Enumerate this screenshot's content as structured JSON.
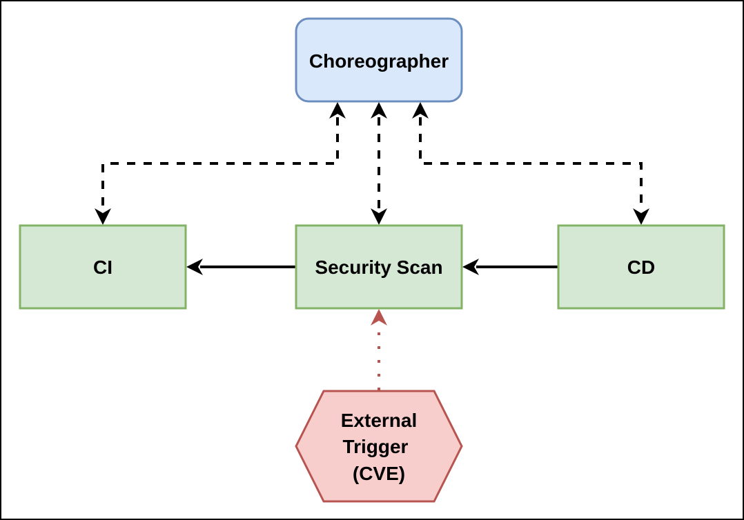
{
  "diagram": {
    "nodes": {
      "choreographer": {
        "label": "Choreographer",
        "fill": "#dae8fc",
        "stroke": "#6c8ebf"
      },
      "ci": {
        "label": "CI",
        "fill": "#d5e8d4",
        "stroke": "#82b366"
      },
      "security_scan": {
        "label": "Security Scan",
        "fill": "#d5e8d4",
        "stroke": "#82b366"
      },
      "cd": {
        "label": "CD",
        "fill": "#d5e8d4",
        "stroke": "#82b366"
      },
      "external_trigger": {
        "label_lines": [
          "External",
          "Trigger",
          "(CVE)"
        ],
        "fill": "#f8cecc",
        "stroke": "#b85450"
      }
    },
    "edges": [
      {
        "from": "choreographer",
        "to": "ci",
        "style": "dashed",
        "direction": "bidirectional"
      },
      {
        "from": "choreographer",
        "to": "security_scan",
        "style": "dashed",
        "direction": "bidirectional"
      },
      {
        "from": "choreographer",
        "to": "cd",
        "style": "dashed",
        "direction": "bidirectional"
      },
      {
        "from": "security_scan",
        "to": "ci",
        "style": "solid",
        "direction": "forward"
      },
      {
        "from": "cd",
        "to": "security_scan",
        "style": "solid",
        "direction": "forward"
      },
      {
        "from": "external_trigger",
        "to": "security_scan",
        "style": "dotted",
        "direction": "forward",
        "color": "#b85450"
      }
    ]
  }
}
